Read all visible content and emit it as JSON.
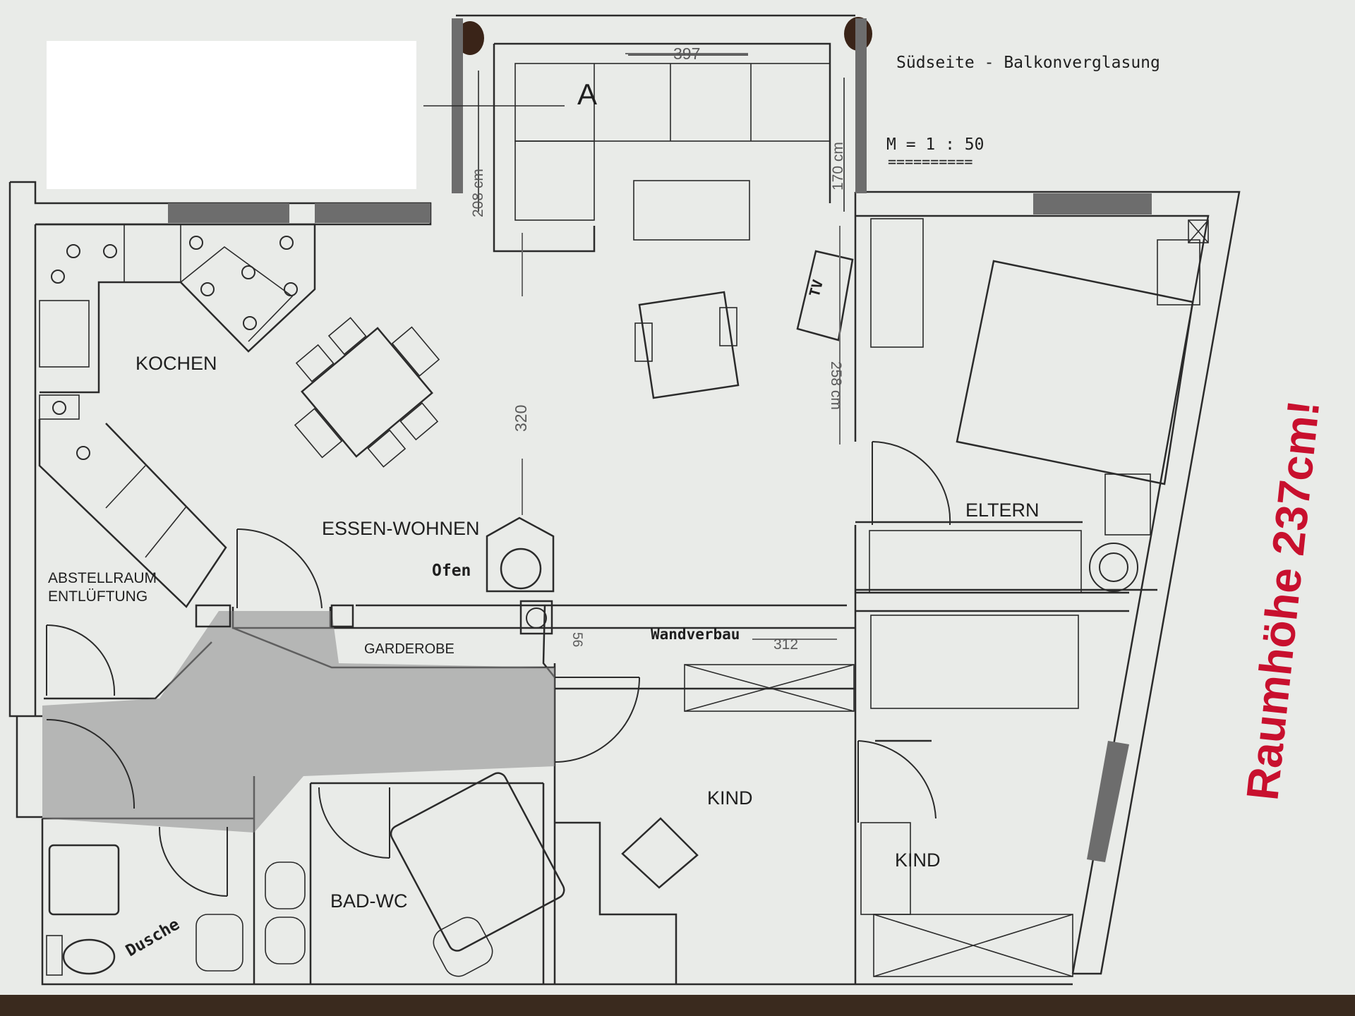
{
  "header": {
    "title": "Südseite - Balkonverglasung",
    "scale": "M = 1 : 50",
    "scale_underline": "=========="
  },
  "rooms": {
    "kitchen": "KOCHEN",
    "living": "ESSEN-WOHNEN",
    "stove": "Ofen",
    "storage_1": "ABSTELLRAUM",
    "storage_2": "ENTLÜFTUNG",
    "wardrobe": "GARDEROBE",
    "parents": "ELTERN",
    "child_1": "KIND",
    "child_2": "KIND",
    "bath": "BAD-WC",
    "shower": "Dusche",
    "wall_unit": "Wandverbau",
    "balcony_mark": "A",
    "tv": "TV"
  },
  "dimensions": {
    "balcony_width": "397",
    "balcony_depth": "208 cm",
    "balcony_right": "170 cm",
    "living_depth": "320",
    "tv_wall": "258 cm",
    "wall_unit_length": "312",
    "stove_offset": "56"
  },
  "annotation": {
    "ceiling_height": "Raumhöhe 237cm!"
  },
  "colors": {
    "paper": "#e9ebe8",
    "ink": "#2b2b2b",
    "annotation_red": "#c8102e"
  }
}
